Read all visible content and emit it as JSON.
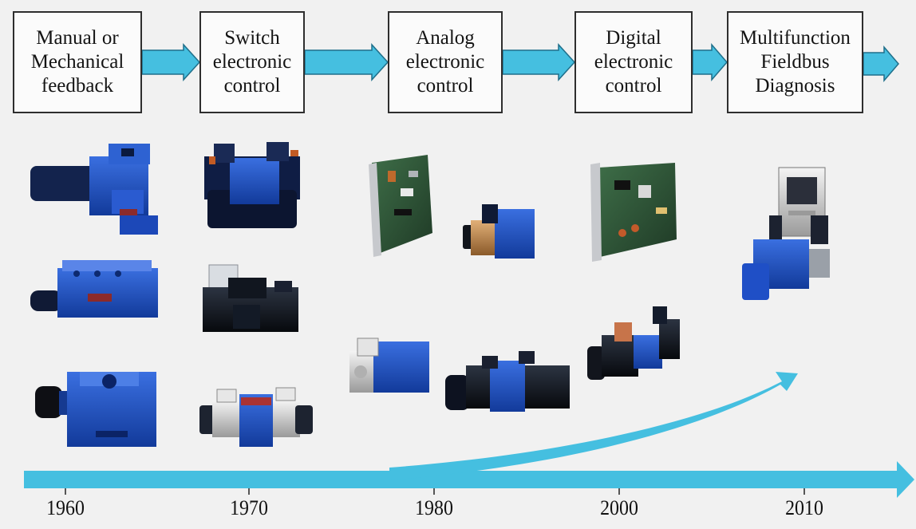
{
  "stages": [
    {
      "label": "Manual or\nMechanical\nfeedback"
    },
    {
      "label": "Switch\nelectronic\ncontrol"
    },
    {
      "label": "Analog\nelectronic\ncontrol"
    },
    {
      "label": "Digital\nelectronic\ncontrol"
    },
    {
      "label": "Multifunction\nFieldbus\nDiagnosis"
    }
  ],
  "timeline": {
    "years": [
      "1960",
      "1970",
      "1980",
      "2000",
      "2010"
    ]
  },
  "colors": {
    "arrow": "#45bfe0",
    "arrow_outline": "#1f6f8a",
    "valve_blue": "#1d4fc0",
    "valve_dark": "#0f1f55",
    "coil_black": "#121418",
    "card_green": "#2f5a3a"
  }
}
